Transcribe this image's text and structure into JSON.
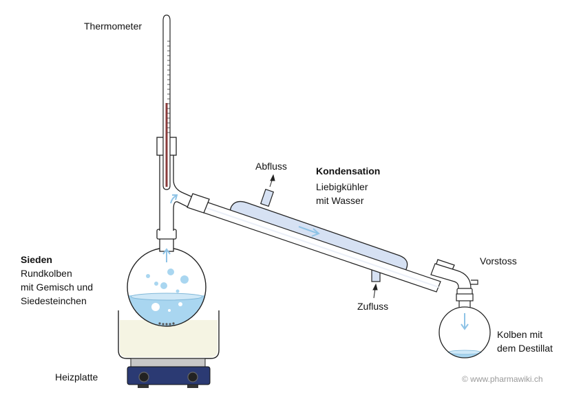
{
  "labels": {
    "thermometer": "Thermometer",
    "boiling_title": "Sieden",
    "boiling_line1": "Rundkolben",
    "boiling_line2": "mit Gemisch und",
    "boiling_line3": "Siedesteinchen",
    "heating_plate": "Heizplatte",
    "outflow": "Abfluss",
    "condensation_title": "Kondensation",
    "condensation_line1": "Liebigkühler",
    "condensation_line2": "mit Wasser",
    "inflow": "Zufluss",
    "adapter": "Vorstoss",
    "receiver_line1": "Kolben mit",
    "receiver_line2": "dem Destillat",
    "copyright": "© www.pharmawiki.ch"
  },
  "colors": {
    "liquid": "#a9d6f0",
    "water_jacket": "#d6e1f3",
    "bath": "#f5f4e3",
    "plate": "#2b3a73",
    "outline": "#222222",
    "arrow": "#8ec3e6"
  }
}
